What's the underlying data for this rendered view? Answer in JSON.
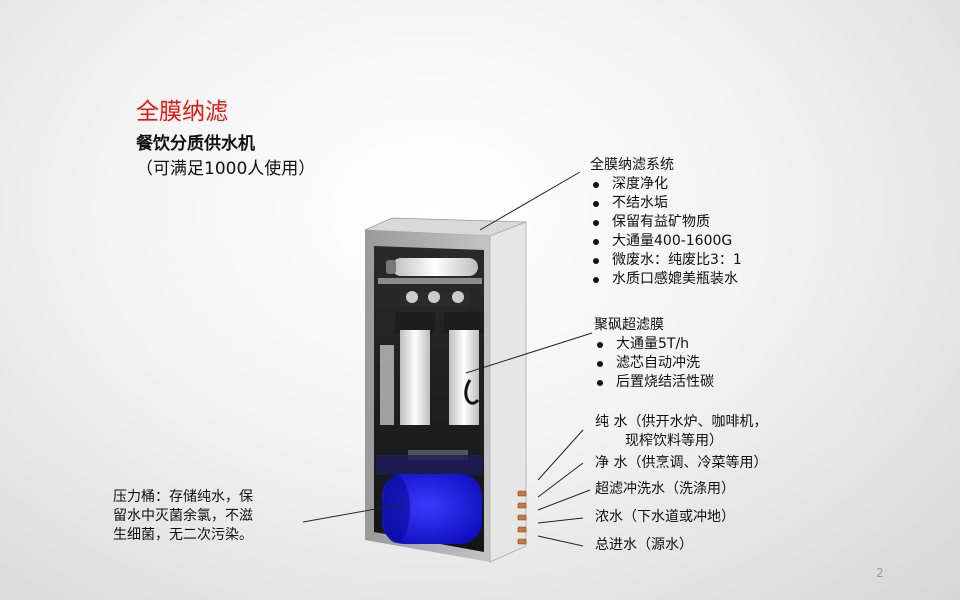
{
  "title": "全膜纳滤",
  "subtitle": "餐饮分质供水机",
  "capacity": "（可满足1000人使用）",
  "nf_system": {
    "heading": "全膜纳滤系统",
    "items": [
      "深度净化",
      "不结水垢",
      "保留有益矿物质",
      "大通量400-1600G",
      "微废水：纯废比3：1",
      "水质口感媲美瓶装水"
    ]
  },
  "uf_membrane": {
    "heading": "聚砜超滤膜",
    "items": [
      "大通量5T/h",
      "滤芯自动冲洗",
      "后置烧结活性碳"
    ]
  },
  "pressure_tank": {
    "lines": [
      "压力桶：存储纯水，保",
      "留水中灭菌余氯，不滋",
      "生细菌，无二次污染。"
    ]
  },
  "outlets": {
    "pure_line1": "纯  水（供开水炉、咖啡机，",
    "pure_line2": "现榨饮料等用）",
    "clean": "净  水（供烹调、冷菜等用）",
    "uf_flush": "超滤冲洗水（洗涤用）",
    "concentrate": "浓水（下水道或冲地）",
    "inlet": "总进水（源水）"
  },
  "page_number": "2",
  "colors": {
    "title": "#e8150f",
    "tank": "#2222ff",
    "cabinet": "#c9c9c9"
  }
}
